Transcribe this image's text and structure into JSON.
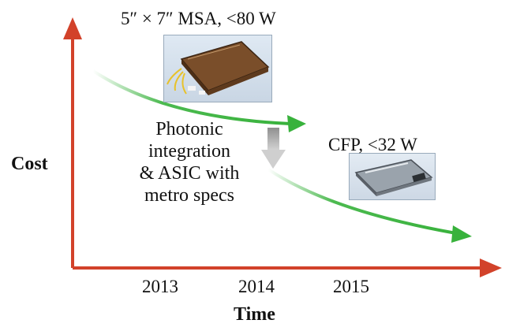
{
  "diagram": {
    "product_a": {
      "label": "5″ × 7″ MSA, <80 W"
    },
    "product_b": {
      "label": "CFP, <32 W"
    },
    "note_lines": [
      "Photonic",
      "integration",
      "& ASIC with",
      "metro specs"
    ],
    "y_axis_label": "Cost",
    "x_axis_label": "Time",
    "x_ticks": [
      "2013",
      "2014",
      "2015"
    ],
    "colors": {
      "axis": "#d2422a",
      "curve": "#38b23c",
      "down_arrow": "#bdbdbd"
    }
  }
}
